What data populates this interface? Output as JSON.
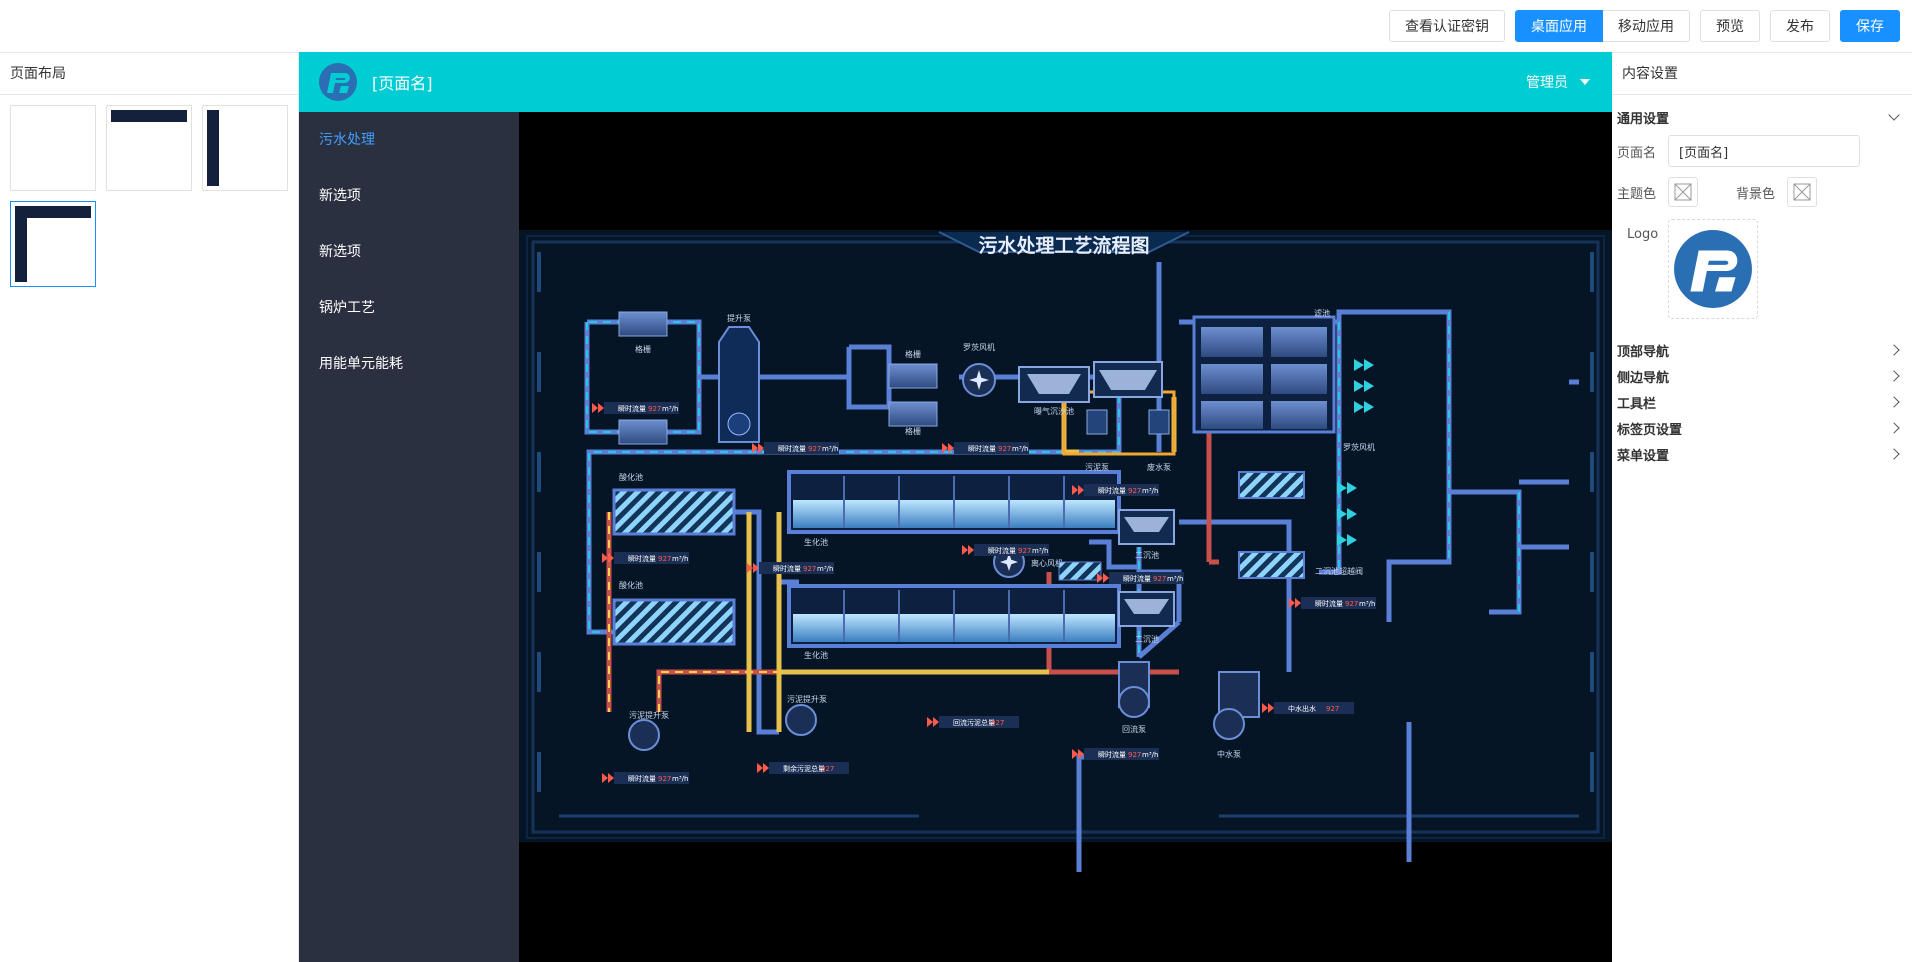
{
  "toolbar": {
    "view_key_label": "查看认证密钥",
    "desktop_label": "桌面应用",
    "mobile_label": "移动应用",
    "preview_label": "预览",
    "publish_label": "发布",
    "save_label": "保存"
  },
  "left_panel": {
    "title": "页面布局",
    "layouts": [
      "blank",
      "top-nav",
      "side-nav",
      "top-and-side-nav"
    ],
    "selected_layout": "top-and-side-nav"
  },
  "preview": {
    "page_name": "[页面名]",
    "user_label": "管理员",
    "header_color": "#00ccd3",
    "sidebar_color": "#2b3040",
    "menu": [
      {
        "label": "污水处理",
        "active": true
      },
      {
        "label": "新选项",
        "active": false
      },
      {
        "label": "新选项",
        "active": false
      },
      {
        "label": "锅炉工艺",
        "active": false
      },
      {
        "label": "用能单元能耗",
        "active": false
      }
    ],
    "diagram": {
      "title": "污水处理工艺流程图",
      "flow_label": "瞬时流量",
      "flow_value": "927",
      "flow_unit": "m³/h",
      "labels": {
        "grid": "格栅",
        "lift_pump": "提升泵",
        "roots_blower": "罗茨风机",
        "aerated_grit": "曝气沉沙池",
        "acid_tank": "酸化池",
        "bio_tank": "生化池",
        "centrifugal_blower": "离心风机",
        "sludge_lift_pump": "污泥提升泵",
        "sludge_pump": "污泥泵",
        "drain_pump": "废水泵",
        "secondary_clarifier": "二沉池",
        "reflux_pump": "回流泵",
        "filter_tank": "滤池",
        "reclaimed_pump": "中水泵",
        "secondary_outlet": "二沉池超越阀",
        "reflux_sludge_total": "回流污泥总量",
        "excess_sludge_total": "剩余污泥总量",
        "reclaimed_outlet": "中水出水"
      }
    }
  },
  "right_panel": {
    "title": "内容设置",
    "general_label": "通用设置",
    "page_name_label": "页面名",
    "page_name_value": "[页面名]",
    "theme_color_label": "主题色",
    "bg_color_label": "背景色",
    "logo_label": "Logo",
    "sections": [
      "顶部导航",
      "侧边导航",
      "工具栏",
      "标签页设置",
      "菜单设置"
    ]
  }
}
